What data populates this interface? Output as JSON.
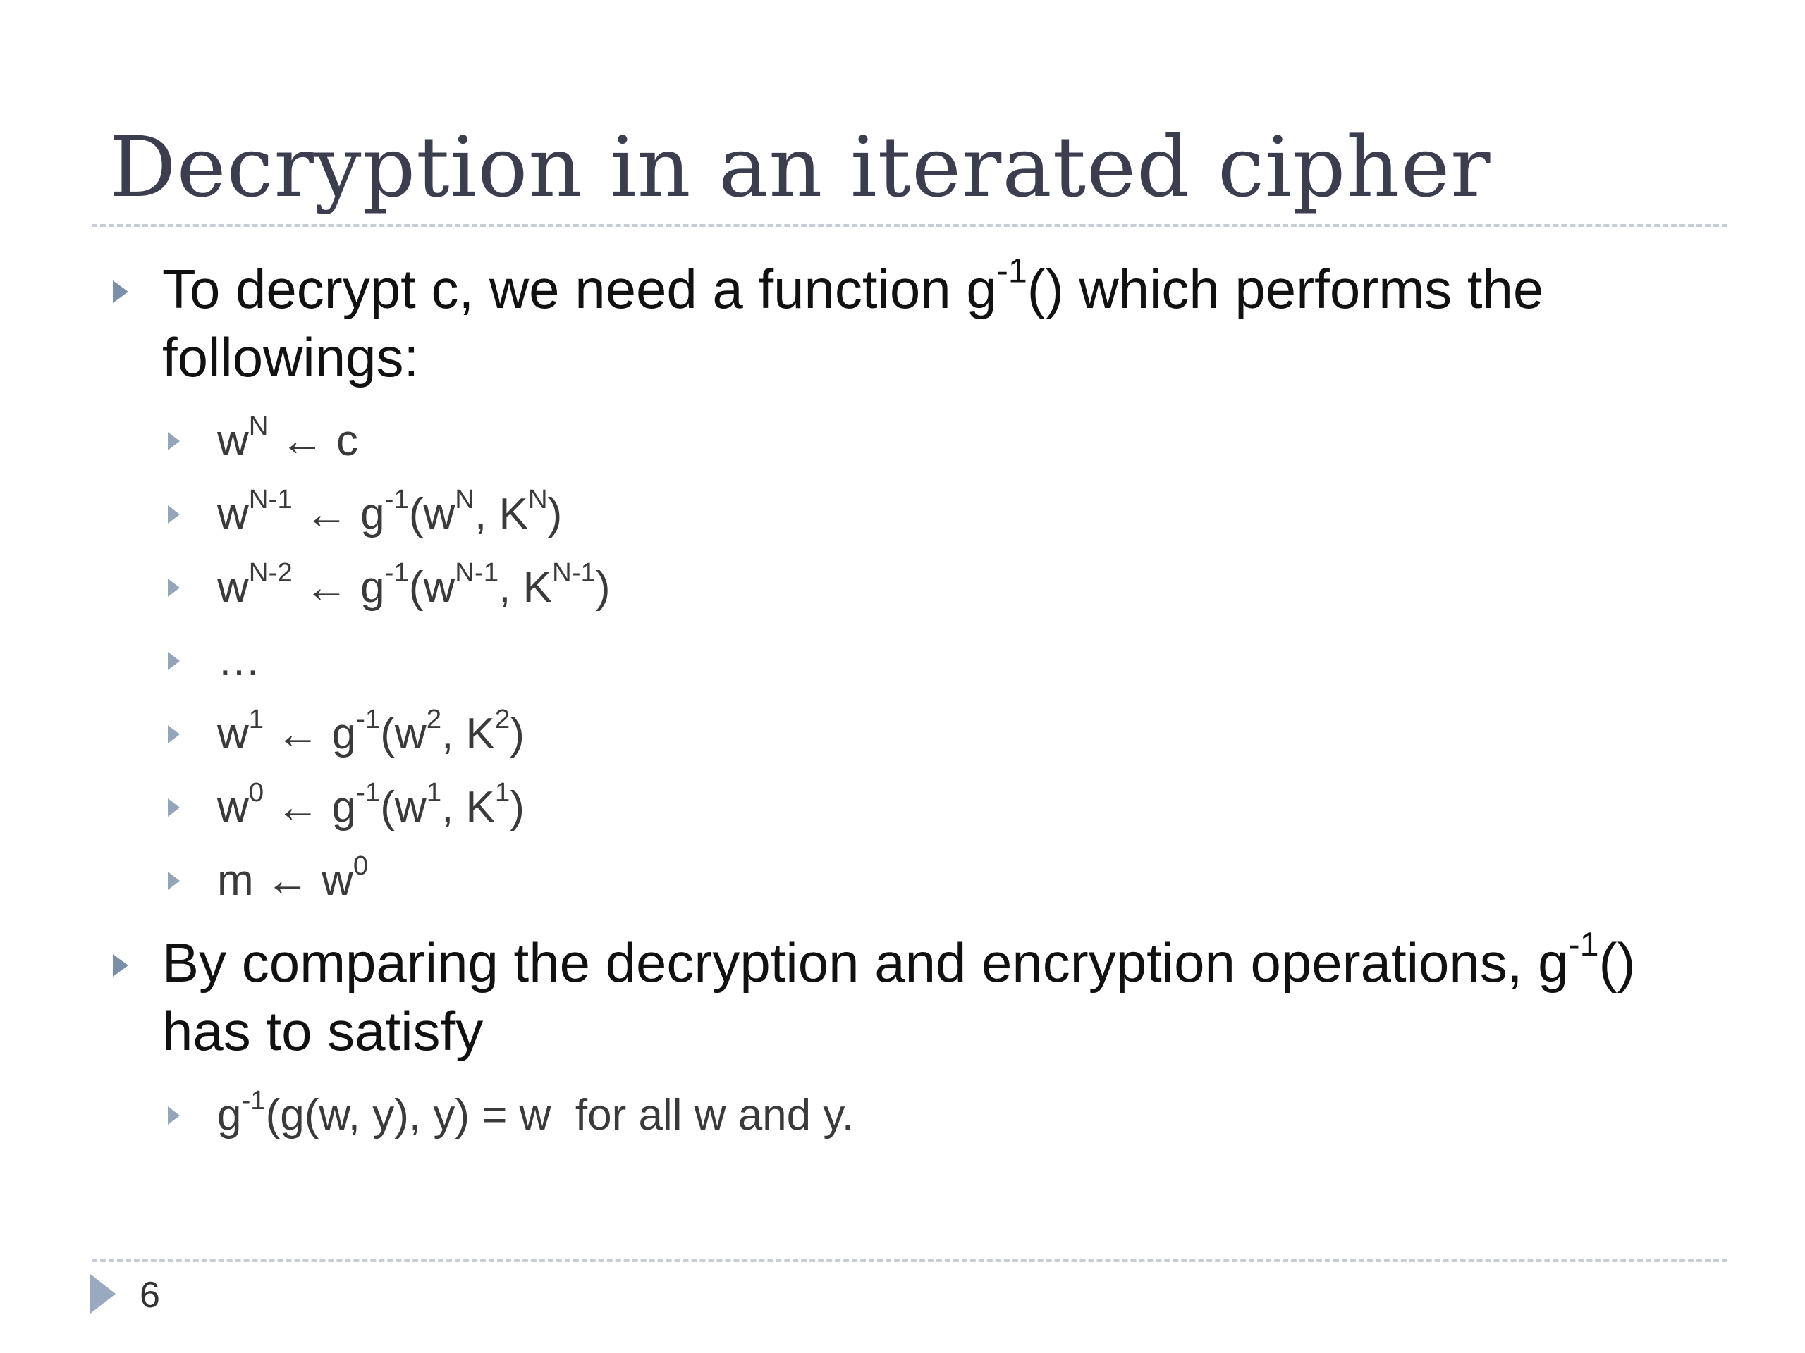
{
  "slide": {
    "title": "Decryption in an iterated cipher",
    "bullets": [
      {
        "line1": "To decrypt c, we need a function g",
        "line1_sup": "-1",
        "line1_tail": "() which performs the",
        "line2": "followings:"
      },
      {
        "line1": "By comparing the decryption and encryption operations, g",
        "line1_sup": "-1",
        "line1_tail": "()",
        "line2": "has to satisfy"
      }
    ],
    "steps": [
      {
        "a": "w",
        "a_sup": "N",
        "arrow": "←",
        "b": "c",
        "b_sup": "",
        "c": "",
        "c_sup": "",
        "d": "",
        "d_sup": "",
        "e": ""
      },
      {
        "a": "w",
        "a_sup": "N-1",
        "arrow": "←",
        "b": "g",
        "b_sup": "-1",
        "c": "(w",
        "c_sup": "N",
        "d": ", K",
        "d_sup": "N",
        "e": ")"
      },
      {
        "a": "w",
        "a_sup": "N-2",
        "arrow": "←",
        "b": "g",
        "b_sup": "-1",
        "c": "(w",
        "c_sup": "N-1",
        "d": ", K",
        "d_sup": "N-1",
        "e": ")"
      },
      {
        "a": "…",
        "a_sup": "",
        "arrow": "",
        "b": "",
        "b_sup": "",
        "c": "",
        "c_sup": "",
        "d": "",
        "d_sup": "",
        "e": ""
      },
      {
        "a": "w",
        "a_sup": "1",
        "arrow": "←",
        "b": "g",
        "b_sup": "-1",
        "c": "(w",
        "c_sup": "2",
        "d": ", K",
        "d_sup": "2",
        "e": ")"
      },
      {
        "a": "w",
        "a_sup": "0",
        "arrow": "←",
        "b": "g",
        "b_sup": "-1",
        "c": "(w",
        "c_sup": "1",
        "d": ", K",
        "d_sup": "1",
        "e": ")"
      },
      {
        "a": "m",
        "a_sup": "",
        "arrow": "←",
        "b": "w",
        "b_sup": "0",
        "c": "",
        "c_sup": "",
        "d": "",
        "d_sup": "",
        "e": ""
      }
    ],
    "condition": {
      "pre": "g",
      "sup": "-1",
      "post": "(g(w, y), y) = w  for all w and y."
    },
    "page_number": "6"
  }
}
